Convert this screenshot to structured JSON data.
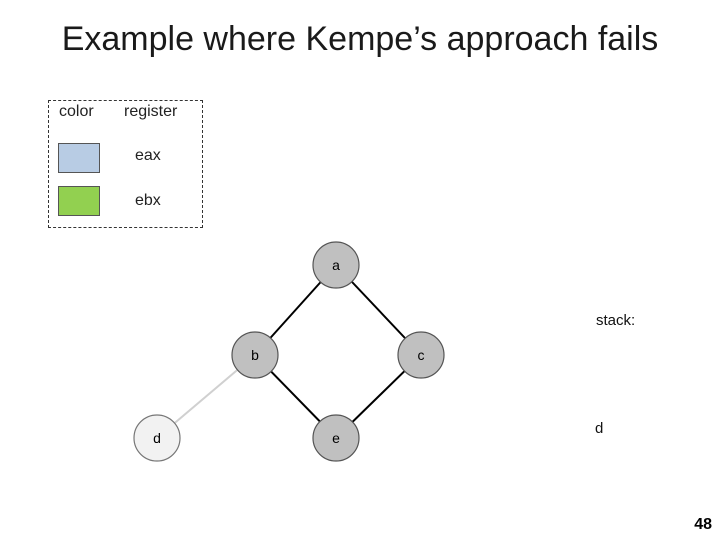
{
  "slide": {
    "title": "Example where Kempe’s approach fails",
    "page_number": "48"
  },
  "legend": {
    "color_header": "color",
    "register_header": "register",
    "entries": [
      {
        "register": "eax",
        "color": "#b8cce4"
      },
      {
        "register": "ebx",
        "color": "#92d050"
      }
    ]
  },
  "graph": {
    "nodes": [
      {
        "id": "a",
        "label": "a",
        "fill": "#c0c0c0"
      },
      {
        "id": "b",
        "label": "b",
        "fill": "#c0c0c0"
      },
      {
        "id": "c",
        "label": "c",
        "fill": "#c0c0c0"
      },
      {
        "id": "d",
        "label": "d",
        "fill": "#f2f2f2"
      },
      {
        "id": "e",
        "label": "e",
        "fill": "#c0c0c0"
      }
    ],
    "edges": [
      {
        "from": "a",
        "to": "b",
        "style": "solid"
      },
      {
        "from": "a",
        "to": "c",
        "style": "solid"
      },
      {
        "from": "b",
        "to": "e",
        "style": "solid"
      },
      {
        "from": "c",
        "to": "e",
        "style": "solid"
      },
      {
        "from": "b",
        "to": "d",
        "style": "faded"
      }
    ]
  },
  "stack": {
    "label": "stack:",
    "items": [
      "d"
    ]
  }
}
